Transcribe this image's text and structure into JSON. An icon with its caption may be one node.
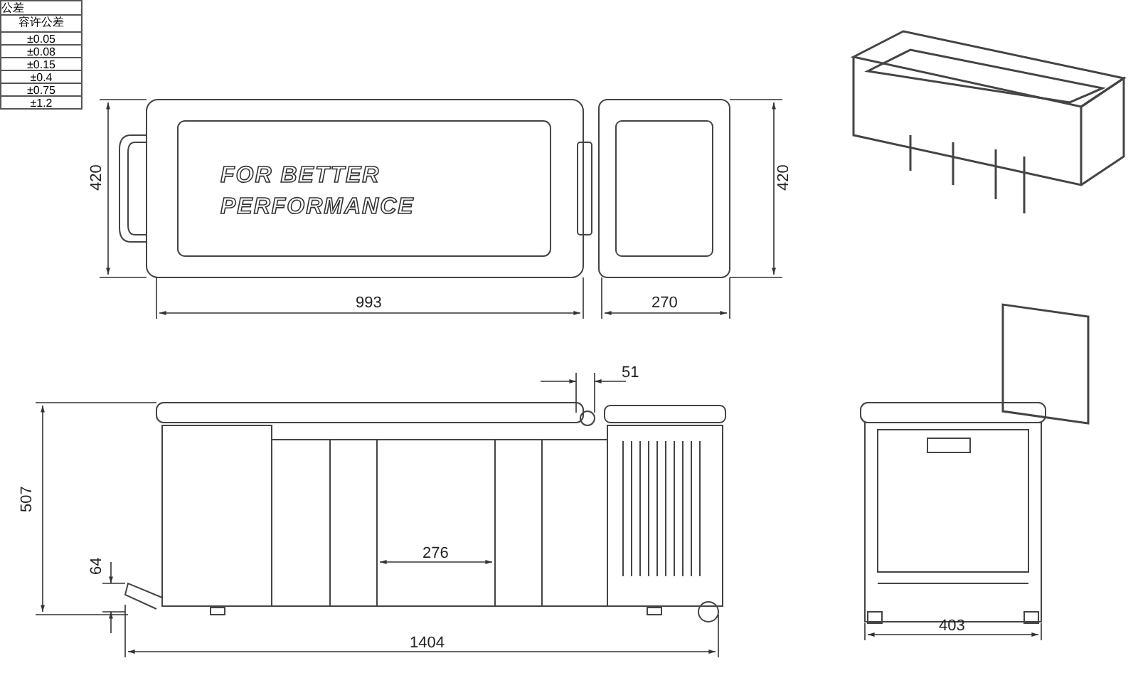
{
  "diagram": {
    "labels": [
      "公差",
      "容许公差",
      "±0.05",
      "±0.08",
      "±0.15",
      "±0.4",
      "±0.75",
      "±1.2",
      "420",
      "FOR BETTER PERFORMANCE",
      "420",
      "993",
      "270",
      "51",
      "507",
      "276",
      "64",
      "1404",
      "403"
    ]
  }
}
